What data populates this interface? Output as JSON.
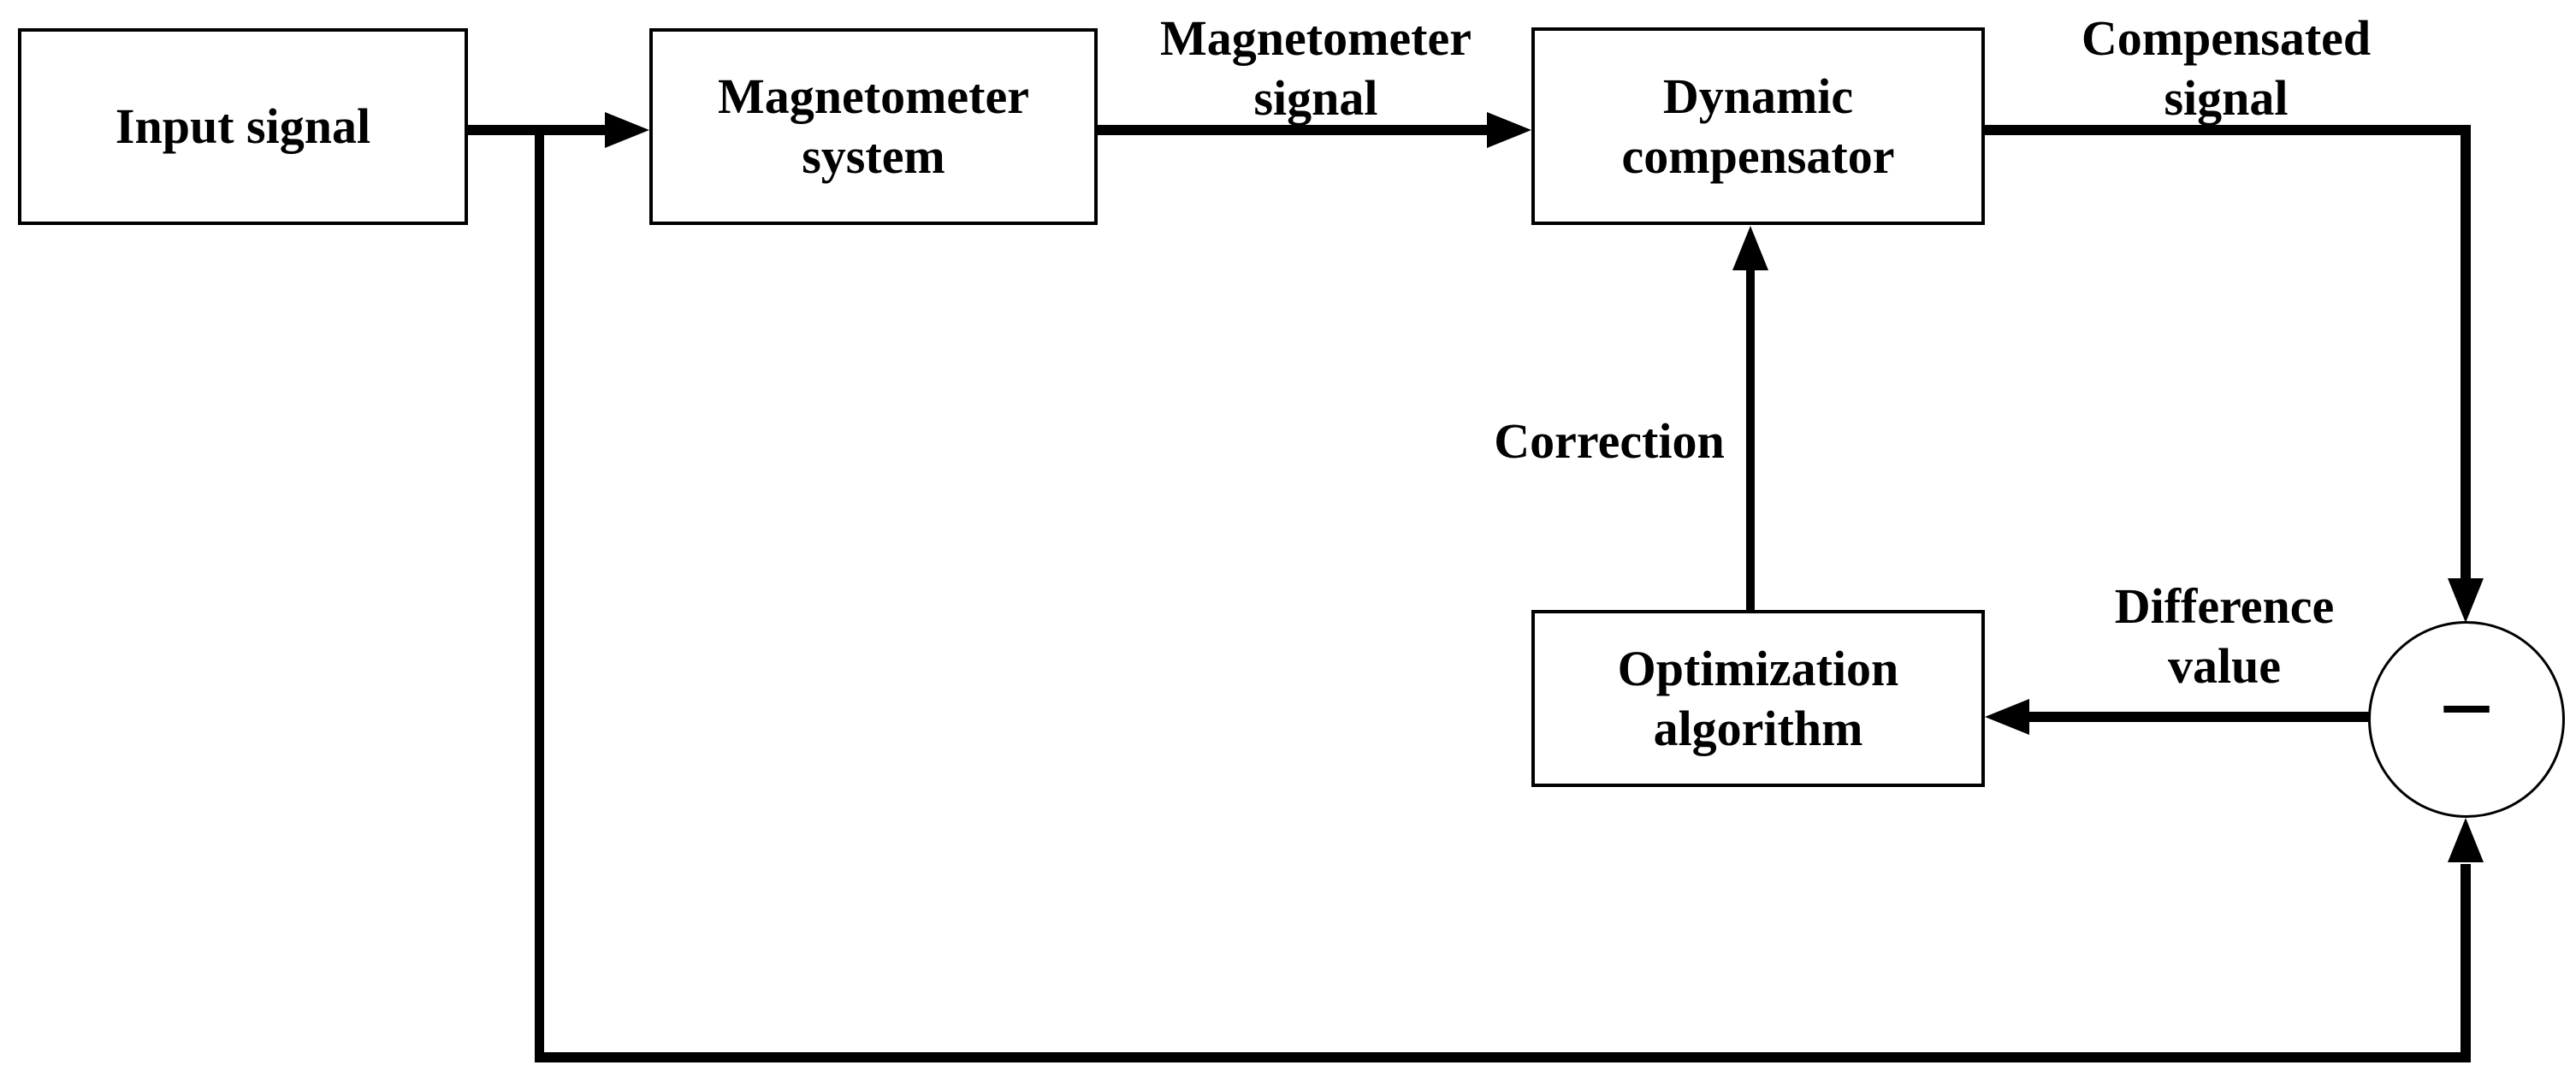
{
  "colors": {
    "background": "#ffffff",
    "ink": "#000000"
  },
  "boxes": {
    "input_signal": {
      "label": "Input signal"
    },
    "magnetometer_system": {
      "line1": "Magnetometer",
      "line2": "system"
    },
    "dynamic_compensator": {
      "line1": "Dynamic",
      "line2": "compensator"
    },
    "optimization_algorithm": {
      "line1": "Optimization",
      "line2": "algorithm"
    }
  },
  "labels": {
    "magnetometer_signal": {
      "line1": "Magnetometer",
      "line2": "signal"
    },
    "compensated_signal": {
      "line1": "Compensated",
      "line2": "signal"
    },
    "correction": {
      "text": "Correction"
    },
    "difference_value": {
      "line1": "Difference",
      "line2": "value"
    }
  },
  "junction": {
    "operator_symbol": "−"
  }
}
